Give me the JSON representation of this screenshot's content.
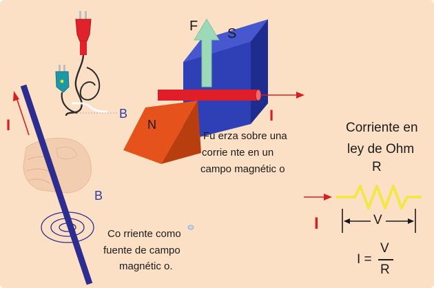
{
  "labels": {
    "force": "F",
    "south": "S",
    "north": "N",
    "current_i": "I",
    "field_b": "B",
    "resistor": "R",
    "voltage": "V"
  },
  "captions": {
    "force_l1": "Fu erza sobre una",
    "force_l2": "corrie  nte en un",
    "force_l3": "campo magnétic  o",
    "field_l1": "Co rriente como",
    "field_l2": "fuente de campo",
    "field_l3": "magnétic   o.",
    "ohm_l1": "Corriente en",
    "ohm_l2": "ley de Ohm"
  },
  "formula": {
    "lhs": "I =",
    "numerator": "V",
    "denominator": "R"
  },
  "colors": {
    "background": "#fce0c6",
    "magnet_south": "#2f3fb5",
    "magnet_north": "#e5521b",
    "conductor": "#e01e2a",
    "force_arrow": "#9cd9b8",
    "wire": "#2d2d8f",
    "label_blue": "#2a3f9e",
    "label_red": "#d42020",
    "resistor": "#f2e64a"
  },
  "icons": {
    "plug": "electric-plug-icon",
    "hand": "hand-gripping-wire"
  }
}
